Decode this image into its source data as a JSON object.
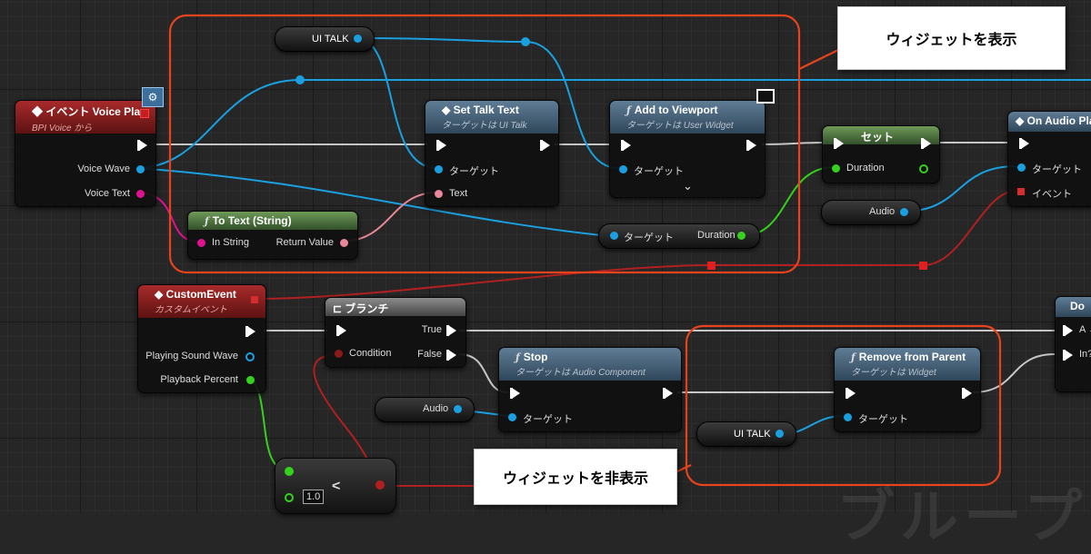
{
  "graph": {
    "watermark": "ブループリ"
  },
  "annotations": {
    "show_widget": "ウィジェットを表示",
    "hide_widget": "ウィジェットを非表示",
    "box_color": "#e8431e"
  },
  "nodes": {
    "event_voice_play": {
      "title": "イベント Voice Play",
      "subtitle": "BPI Voice から",
      "pin_voice_wave": "Voice Wave",
      "pin_voice_text": "Voice Text"
    },
    "ui_talk_top": {
      "label": "UI TALK"
    },
    "set_talk_text": {
      "title": "Set Talk Text",
      "subtitle": "ターゲットは UI Talk",
      "pin_target": "ターゲット",
      "pin_text": "Text"
    },
    "add_to_viewport": {
      "title": "Add to Viewport",
      "subtitle": "ターゲットは User Widget",
      "pin_target": "ターゲット",
      "expand": "⌄"
    },
    "to_text_string": {
      "title": "To Text (String)",
      "pin_in": "In String",
      "pin_out": "Return Value"
    },
    "get_duration": {
      "pin_target": "ターゲット",
      "pin_duration": "Duration"
    },
    "set_node": {
      "title": "セット",
      "pin_duration": "Duration"
    },
    "audio_top": {
      "label": "Audio"
    },
    "on_audio_play": {
      "title": "On Audio Pla",
      "pin_target": "ターゲット",
      "pin_event": "イベント"
    },
    "custom_event": {
      "title": "CustomEvent",
      "subtitle": "カスタムイベント",
      "pin_playing": "Playing Sound Wave",
      "pin_percent": "Playback Percent"
    },
    "branch": {
      "title": "ブランチ",
      "pin_condition": "Condition",
      "pin_true": "True",
      "pin_false": "False"
    },
    "stop": {
      "title": "Stop",
      "subtitle": "ターゲットは Audio Component",
      "pin_target": "ターゲット"
    },
    "audio_bottom": {
      "label": "Audio"
    },
    "ui_talk_bottom": {
      "label": "UI TALK"
    },
    "remove_from_parent": {
      "title": "Remove from Parent",
      "subtitle": "ターゲットは Widget",
      "pin_target": "ターゲット"
    },
    "compare": {
      "op": "<",
      "value": "1.0"
    },
    "do_once": {
      "title": "Do",
      "pin_a": "A →",
      "pin_in": "In?"
    }
  }
}
